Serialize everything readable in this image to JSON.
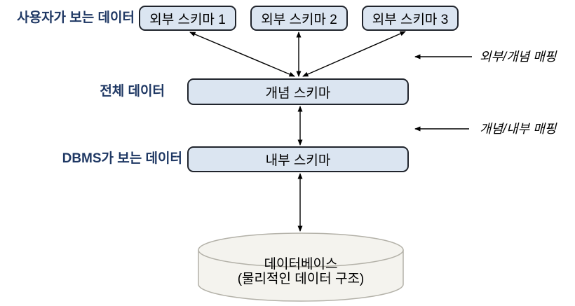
{
  "colors": {
    "box_fill": "#dbe5f1",
    "box_border": "#20242c",
    "label_color": "#1f3864",
    "cylinder_fill": "#f4f3ee",
    "cylinder_border": "#b3b1a8",
    "arrow": "#000000"
  },
  "row_labels": {
    "user": "사용자가 보는 데이터",
    "whole": "전체 데이터",
    "dbms": "DBMS가 보는 데이터"
  },
  "boxes": {
    "external": [
      "외부 스키마 1",
      "외부 스키마 2",
      "외부 스키마 3"
    ],
    "conceptual": "개념 스키마",
    "internal": "내부 스키마"
  },
  "mappings": {
    "external_conceptual": "외부/개념 매핑",
    "conceptual_internal": "개념/내부 매핑"
  },
  "database": {
    "title": "데이터베이스",
    "subtitle": "(물리적인 데이터 구조)"
  }
}
